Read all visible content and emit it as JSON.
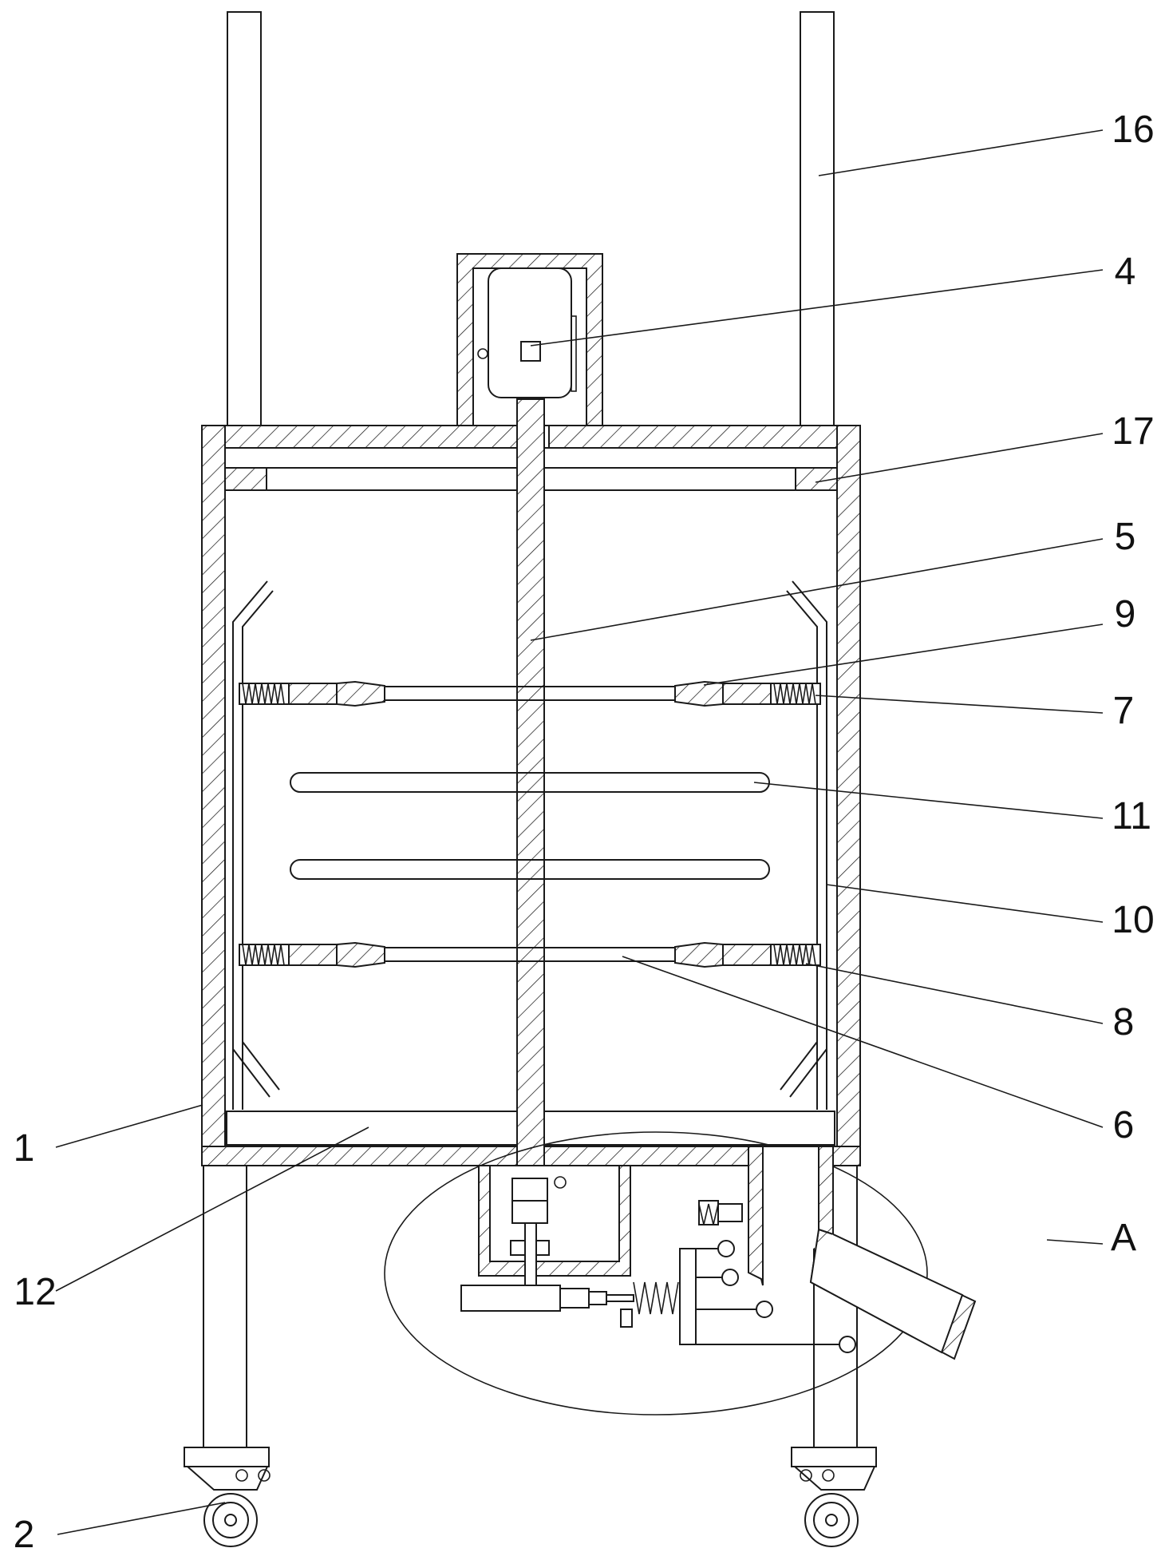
{
  "callouts": [
    {
      "id": "16",
      "label": "16"
    },
    {
      "id": "4",
      "label": "4"
    },
    {
      "id": "17",
      "label": "17"
    },
    {
      "id": "5",
      "label": "5"
    },
    {
      "id": "9",
      "label": "9"
    },
    {
      "id": "7",
      "label": "7"
    },
    {
      "id": "11",
      "label": "11"
    },
    {
      "id": "10",
      "label": "10"
    },
    {
      "id": "8",
      "label": "8"
    },
    {
      "id": "6",
      "label": "6"
    },
    {
      "id": "1",
      "label": "1"
    },
    {
      "id": "12",
      "label": "12"
    },
    {
      "id": "A",
      "label": "A"
    },
    {
      "id": "2",
      "label": "2"
    }
  ],
  "colors": {
    "line": "#1a1a1a",
    "background": "#ffffff"
  }
}
